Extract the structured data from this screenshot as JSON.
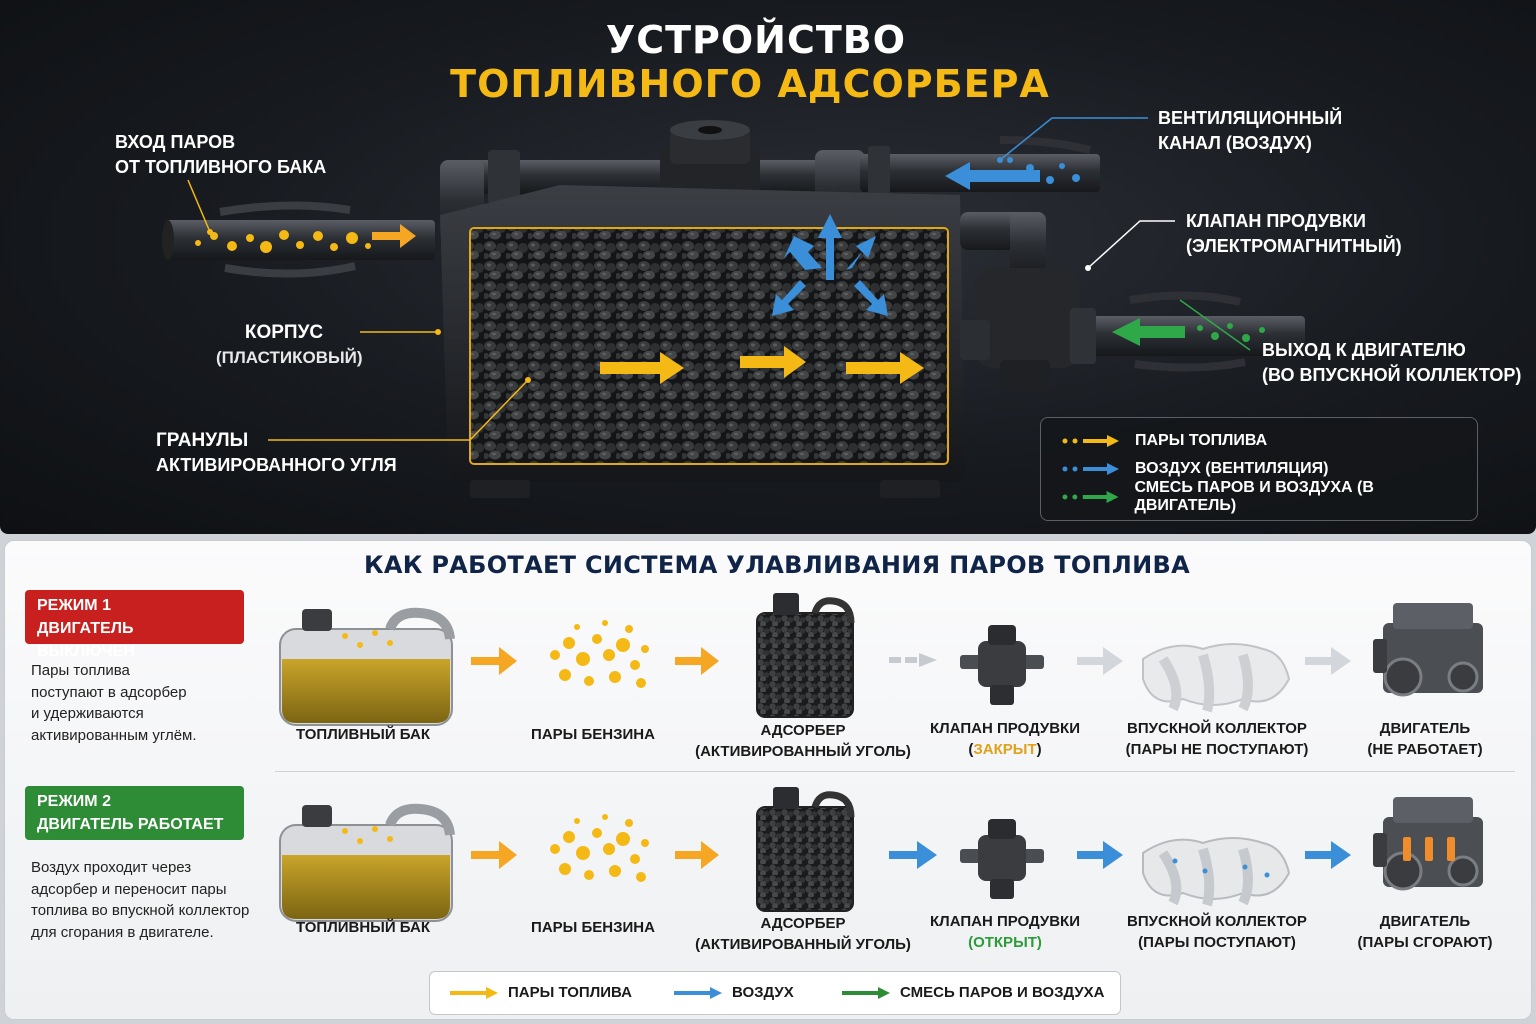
{
  "title": {
    "line1": "УСТРОЙСТВО",
    "line2": "ТОПЛИВНОГО АДСОРБЕРА"
  },
  "callouts": {
    "inlet": [
      "ВХОД ПАРОВ",
      "ОТ ТОПЛИВНОГО БАКА"
    ],
    "vent": [
      "ВЕНТИЛЯЦИОННЫЙ",
      "КАНАЛ (ВОЗДУХ)"
    ],
    "purge_valve": [
      "КЛАПАН ПРОДУВКИ",
      "(ЭЛЕКТРОМАГНИТНЫЙ)"
    ],
    "housing": [
      "КОРПУС",
      "(ПЛАСТИКОВЫЙ)"
    ],
    "outlet": [
      "ВЫХОД К ДВИГАТЕЛЮ",
      "(ВО ВПУСКНОЙ КОЛЛЕКТОР)"
    ],
    "granules": [
      "ГРАНУЛЫ",
      "АКТИВИРОВАННОГО УГЛЯ"
    ]
  },
  "legend_top": [
    {
      "label": "ПАРЫ ТОПЛИВА",
      "color": "#f5b915"
    },
    {
      "label": "ВОЗДУХ (ВЕНТИЛЯЦИЯ)",
      "color": "#3a8fd8"
    },
    {
      "label": "СМЕСЬ ПАРОВ И ВОЗДУХА (В ДВИГАТЕЛЬ)",
      "color": "#2fa84a"
    }
  ],
  "section_title": "КАК РАБОТАЕТ СИСТЕМА УЛАВЛИВАНИЯ ПАРОВ ТОПЛИВА",
  "modes": [
    {
      "badge_line1": "РЕЖИМ 1",
      "badge_line2": "ДВИГАТЕЛЬ ВЫКЛЮЧЕН",
      "color": "#c7201f",
      "description": [
        "Пары топлива",
        "поступают в адсорбер",
        "и удерживаются",
        "активированным углём."
      ],
      "steps": [
        {
          "line1": "ТОПЛИВНЫЙ БАК",
          "line2": ""
        },
        {
          "line1": "ПАРЫ БЕНЗИНА",
          "line2": ""
        },
        {
          "line1": "АДСОРБЕР",
          "line2": "(АКТИВИРОВАННЫЙ УГОЛЬ)"
        },
        {
          "line1": "КЛАПАН ПРОДУВКИ",
          "line2_pre": "(",
          "line2_status": "ЗАКРЫТ",
          "line2_post": ")"
        },
        {
          "line1": "ВПУСКНОЙ КОЛЛЕКТОР",
          "line2": "(ПАРЫ НЕ ПОСТУПАЮТ)"
        },
        {
          "line1": "ДВИГАТЕЛЬ",
          "line2": "(НЕ РАБОТАЕТ)"
        }
      ]
    },
    {
      "badge_line1": "РЕЖИМ 2",
      "badge_line2": "ДВИГАТЕЛЬ РАБОТАЕТ",
      "color": "#2e8b36",
      "description": [
        "Воздух проходит через",
        "адсорбер и переносит пары",
        "топлива во впускной коллектор",
        "для сгорания в двигателе."
      ],
      "steps": [
        {
          "line1": "ТОПЛИВНЫЙ БАК",
          "line2": ""
        },
        {
          "line1": "ПАРЫ БЕНЗИНА",
          "line2": ""
        },
        {
          "line1": "АДСОРБЕР",
          "line2": "(АКТИВИРОВАННЫЙ УГОЛЬ)"
        },
        {
          "line1": "КЛАПАН ПРОДУВКИ",
          "line2": "(ОТКРЫТ)"
        },
        {
          "line1": "ВПУСКНОЙ КОЛЛЕКТОР",
          "line2": "(ПАРЫ ПОСТУПАЮТ)"
        },
        {
          "line1": "ДВИГАТЕЛЬ",
          "line2": "(ПАРЫ СГОРАЮТ)"
        }
      ]
    }
  ],
  "legend_bottom": [
    {
      "label": "ПАРЫ ТОПЛИВА",
      "color": "#f5b915"
    },
    {
      "label": "ВОЗДУХ",
      "color": "#3a8fd8"
    },
    {
      "label": "СМЕСЬ ПАРОВ И ВОЗДУХА",
      "color": "#2e8b36"
    }
  ]
}
